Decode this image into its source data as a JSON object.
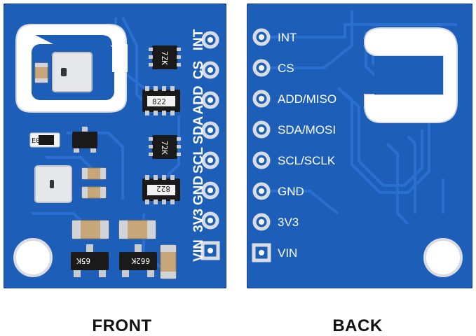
{
  "front": {
    "caption": "FRONT",
    "pins": [
      "INT",
      "CS",
      "ADD",
      "SDA",
      "SCL",
      "GND",
      "3V3",
      "VIN"
    ],
    "chip_markings": {
      "resistor_array_top": "822",
      "resistor_array_bottom": "822",
      "ic_top": "7ZK",
      "ic_middle": "72K",
      "small_ic": "E01",
      "transistor_left": "65K",
      "transistor_right": "662K"
    }
  },
  "back": {
    "caption": "BACK",
    "pins": [
      "INT",
      "CS",
      "ADD/MISO",
      "SDA/MOSI",
      "SCL/SCLK",
      "GND",
      "3V3",
      "VIN"
    ]
  },
  "colors": {
    "pcb_blue": "#1d5fb8",
    "pcb_dark": "#174e9c",
    "trace": "#2a6ed0",
    "pad_silver": "#d9dde3",
    "silkscreen": "#ffffff"
  }
}
